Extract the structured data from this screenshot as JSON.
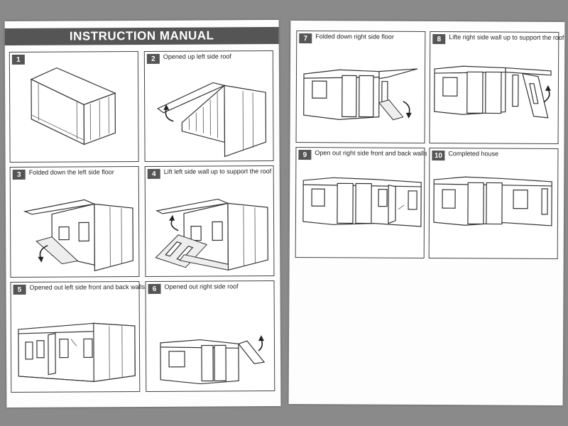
{
  "manual": {
    "title": "INSTRUCTION MANUAL"
  },
  "steps": [
    {
      "number": "1",
      "label": ""
    },
    {
      "number": "2",
      "label": "Opened up left side roof"
    },
    {
      "number": "3",
      "label": "Folded down the left side floor"
    },
    {
      "number": "4",
      "label": "Lift left side wall up to support the roof"
    },
    {
      "number": "5",
      "label": "Opened out left side front and back walls"
    },
    {
      "number": "6",
      "label": "Opened out right side roof"
    },
    {
      "number": "7",
      "label": "Folded down right side floor"
    },
    {
      "number": "8",
      "label": "Lifte right side wall up to support the roof"
    },
    {
      "number": "9",
      "label": "Open out right side front and back walls"
    },
    {
      "number": "10",
      "label": "Completed house"
    }
  ],
  "colors": {
    "background": "#8a8a8a",
    "paper": "#fdfdfd",
    "header_bar": "#555555",
    "line": "#333333"
  }
}
